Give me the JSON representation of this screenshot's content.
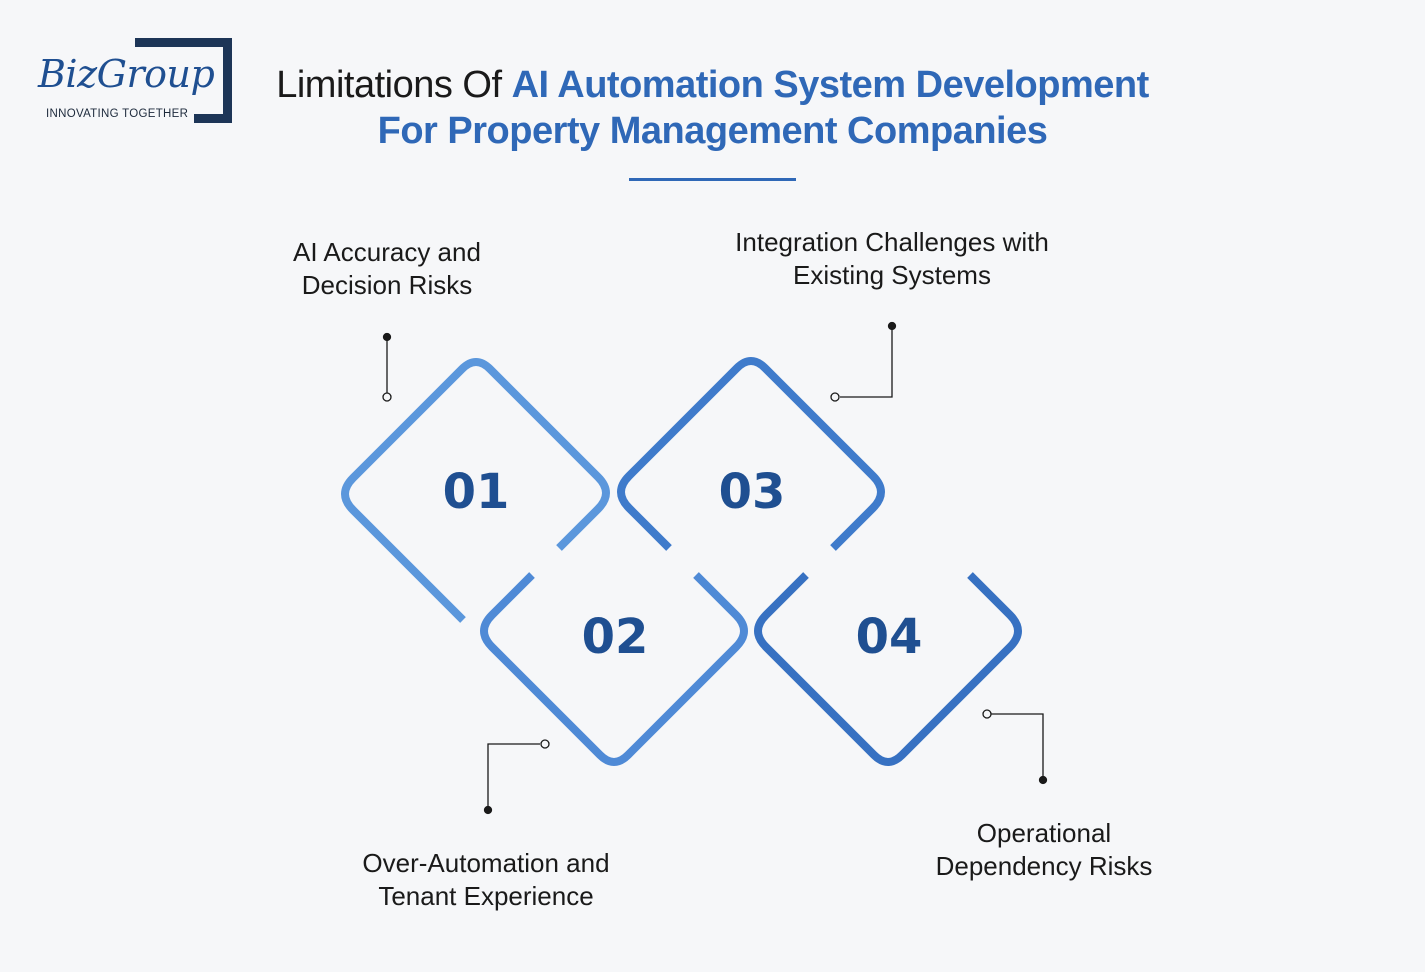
{
  "brand": {
    "logo_text": "BizGroup",
    "tagline": "INNOVATING TOGETHER"
  },
  "title": {
    "plain": "Limitations Of ",
    "accent_line1": "AI Automation System Development",
    "accent_line2": "For Property Management Companies"
  },
  "items": [
    {
      "number": "01",
      "label": "AI Accuracy and\nDecision Risks"
    },
    {
      "number": "02",
      "label": "Over-Automation and\nTenant Experience"
    },
    {
      "number": "03",
      "label": "Integration Challenges with\nExisting Systems"
    },
    {
      "number": "04",
      "label": "Operational\nDependency Risks"
    }
  ],
  "colors": {
    "light_blue": "#5b97dc",
    "mid_blue": "#3f7bcb",
    "dark_blue": "#1f4f91",
    "navy": "#1d3557"
  }
}
